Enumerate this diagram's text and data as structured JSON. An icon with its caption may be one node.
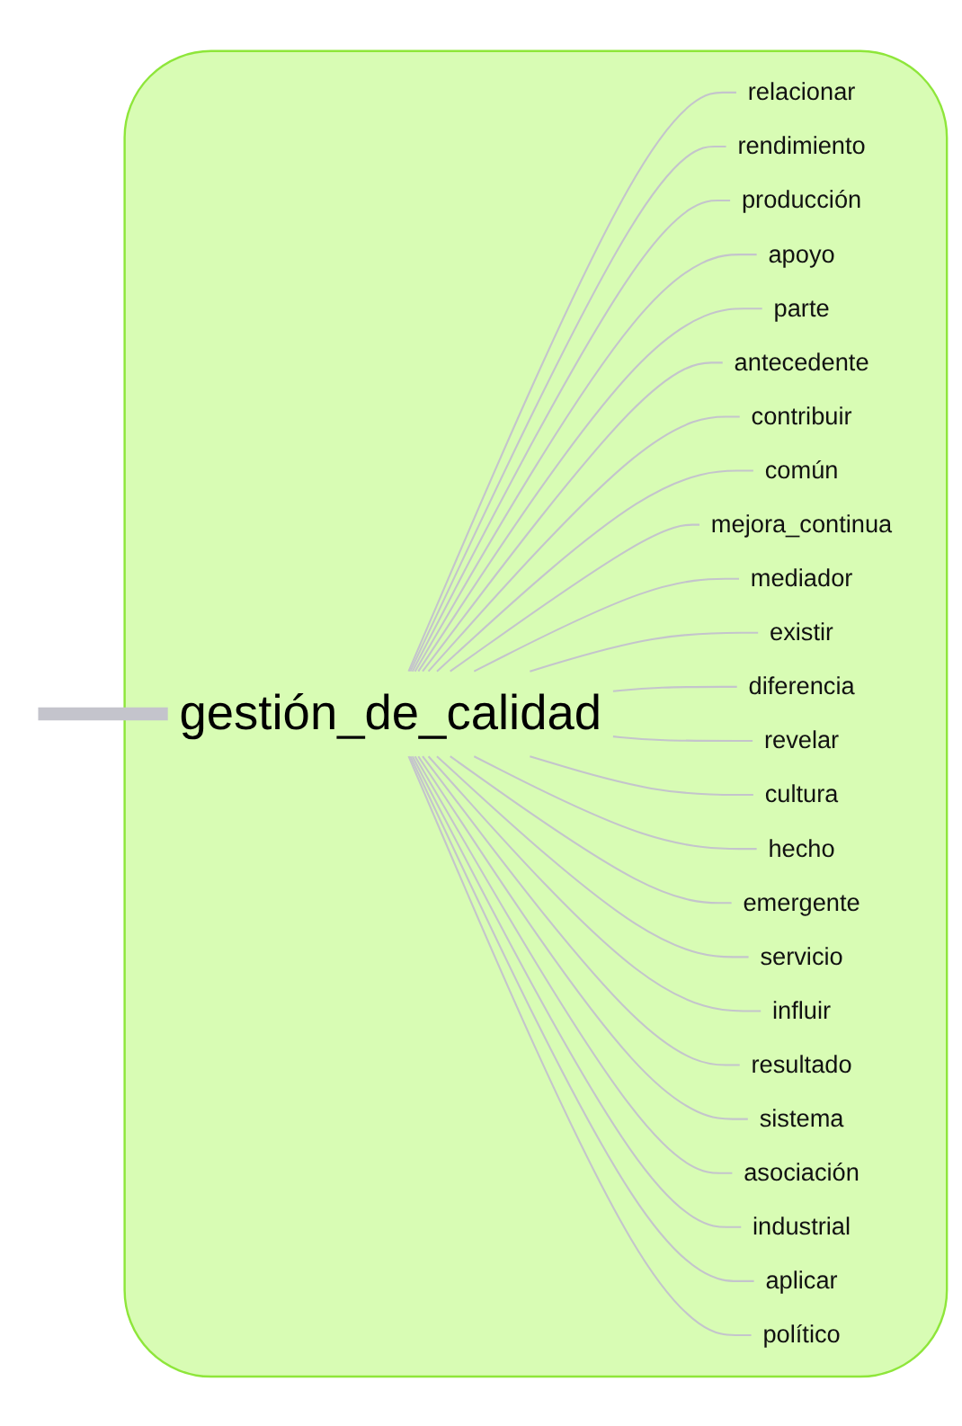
{
  "diagram": {
    "nodes": [
      {
        "text": [],
        "shape": "blob"
      },
      {
        "text": [
          "gestión_de_calidad"
        ],
        "in": 0
      },
      {
        "text": [
          "relacionar"
        ],
        "in": 0
      },
      {
        "text": [
          "rendimiento"
        ],
        "in": 0
      },
      {
        "text": [
          "producción"
        ],
        "in": 0
      },
      {
        "text": [
          "apoyo"
        ],
        "in": 0
      },
      {
        "text": [
          "parte"
        ],
        "in": 0
      },
      {
        "text": [
          "antecedente"
        ],
        "in": 0
      },
      {
        "text": [
          "contribuir"
        ],
        "in": 0
      },
      {
        "text": [
          "común"
        ],
        "in": 0
      },
      {
        "text": [
          "mejora_continua"
        ],
        "in": 0
      },
      {
        "text": [
          "mediador"
        ],
        "in": 0
      },
      {
        "text": [
          "existir"
        ],
        "in": 0
      },
      {
        "text": [
          "diferencia"
        ],
        "in": 0
      },
      {
        "text": [
          "revelar"
        ],
        "in": 0
      },
      {
        "text": [
          "cultura"
        ],
        "in": 0
      },
      {
        "text": [
          "hecho"
        ],
        "in": 0
      },
      {
        "text": [
          "emergente"
        ],
        "in": 0
      },
      {
        "text": [
          "servicio"
        ],
        "in": 0
      },
      {
        "text": [
          "influir"
        ],
        "in": 0
      },
      {
        "text": [
          "resultado"
        ],
        "in": 0
      },
      {
        "text": [
          "sistema"
        ],
        "in": 0
      },
      {
        "text": [
          "asociación"
        ],
        "in": 0
      },
      {
        "text": [
          "industrial"
        ],
        "in": 0
      },
      {
        "text": [
          "aplicar"
        ],
        "in": 0
      },
      {
        "text": [
          "político"
        ],
        "in": 0
      }
    ],
    "edges": [
      {
        "from": null,
        "to": 1,
        "arrow": "none",
        "style": "thick"
      },
      {
        "from": 1,
        "to": 2,
        "arrow": "none"
      },
      {
        "from": 1,
        "to": 3,
        "arrow": "none"
      },
      {
        "from": 1,
        "to": 4,
        "arrow": "none"
      },
      {
        "from": 1,
        "to": 5,
        "arrow": "none"
      },
      {
        "from": 1,
        "to": 6,
        "arrow": "none"
      },
      {
        "from": 1,
        "to": 7,
        "arrow": "none"
      },
      {
        "from": 1,
        "to": 8,
        "arrow": "none"
      },
      {
        "from": 1,
        "to": 9,
        "arrow": "none"
      },
      {
        "from": 1,
        "to": 10,
        "arrow": "none"
      },
      {
        "from": 1,
        "to": 11,
        "arrow": "none"
      },
      {
        "from": 1,
        "to": 12,
        "arrow": "none"
      },
      {
        "from": 1,
        "to": 13,
        "arrow": "none"
      },
      {
        "from": 1,
        "to": 14,
        "arrow": "none"
      },
      {
        "from": 1,
        "to": 15,
        "arrow": "none"
      },
      {
        "from": 1,
        "to": 16,
        "arrow": "none"
      },
      {
        "from": 1,
        "to": 17,
        "arrow": "none"
      },
      {
        "from": 1,
        "to": 18,
        "arrow": "none"
      },
      {
        "from": 1,
        "to": 19,
        "arrow": "none"
      },
      {
        "from": 1,
        "to": 20,
        "arrow": "none"
      },
      {
        "from": 1,
        "to": 21,
        "arrow": "none"
      },
      {
        "from": 1,
        "to": 22,
        "arrow": "none"
      },
      {
        "from": 1,
        "to": 23,
        "arrow": "none"
      },
      {
        "from": 1,
        "to": 24,
        "arrow": "none"
      },
      {
        "from": 1,
        "to": 25,
        "arrow": "none"
      }
    ]
  }
}
